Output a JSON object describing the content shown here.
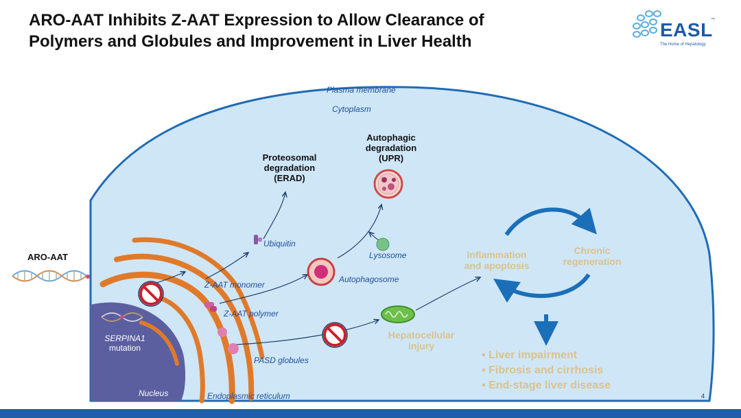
{
  "title": {
    "line1": "ARO-AAT Inhibits Z-AAT Expression to Allow Clearance of",
    "line2": "Polymers and Globules and Improvement in Liver Health"
  },
  "logo": {
    "name": "EASL",
    "tagline": "The Home of Hepatology",
    "tm": "™"
  },
  "diagram": {
    "plasma_membrane": "Plasma membrane",
    "cytoplasm": "Cytoplasm",
    "aro_aat": "ARO-AAT",
    "proteosomal": [
      "Proteosomal",
      "degradation",
      "(ERAD)"
    ],
    "autophagic": [
      "Autophagic",
      "degradation",
      "(UPR)"
    ],
    "ubiquitin": "Ubiquitin",
    "lysosome": "Lysosome",
    "autophagosome": "Autophagosome",
    "z_aat_monomer": "Z-AAT monomer",
    "z_aat_polymer": "Z-AAT polymer",
    "pasd_globules": "PASD globules",
    "serpina1": "SERPINA1",
    "mutation": "mutation",
    "nucleus": "Nucleus",
    "er": "Endoplasmic reticulum",
    "hepatocellular": [
      "Hepatocellular",
      "injury"
    ],
    "inflammation": [
      "Inflammation",
      "and apoptosis"
    ],
    "chronic": [
      "Chronic",
      "regeneration"
    ],
    "outcomes": [
      "Liver impairment",
      "Fibrosis and cirrhosis",
      "End-stage liver disease"
    ]
  },
  "page_number": "4",
  "colors": {
    "cell_fill": "#cfe6f7",
    "membrane": "#1f6bb5",
    "er": "#e07a2a",
    "nucleus": "#5b5fa0",
    "tan_text": "#d9c28e",
    "footer": "#1f5fa8",
    "cycle_arrow": "#1a6fb8"
  }
}
